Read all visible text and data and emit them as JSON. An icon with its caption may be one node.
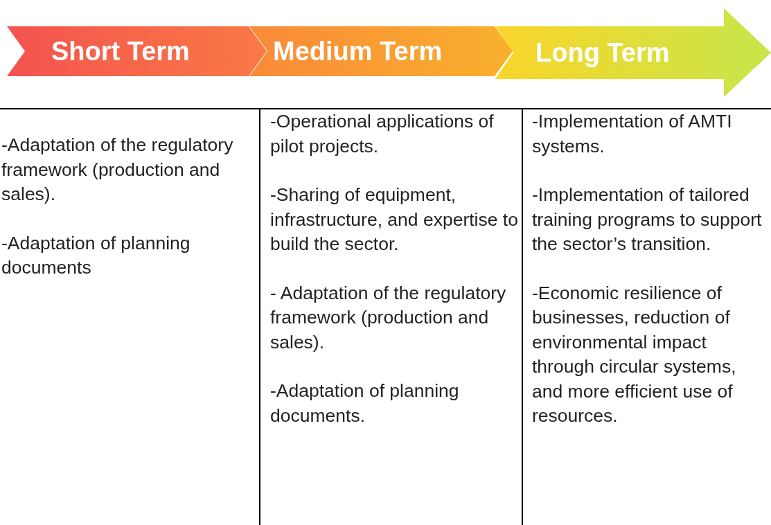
{
  "diagram": {
    "nodes": [
      {
        "text": [
          "Short Term"
        ]
      },
      {
        "text": [
          "Medium Term"
        ]
      },
      {
        "text": [
          "Long Term"
        ]
      },
      {
        "text": [
          "-Adaptation of the regulatory framework (production and sales).",
          "-Adaptation of planning documents"
        ]
      },
      {
        "text": [
          "-Operational applications of pilot projects.",
          "-Sharing of equipment, infrastructure, and expertise to build the sector.",
          "- Adaptation of the regulatory framework (production and sales).",
          "-Adaptation of planning documents."
        ]
      },
      {
        "text": [
          "-Implementation of AMTI systems.",
          "-Implementation of tailored training programs to support the sector’s transition.",
          "-Economic resilience of businesses, reduction of environmental impact through circular systems, and more efficient use of resources."
        ]
      }
    ],
    "edges": []
  }
}
